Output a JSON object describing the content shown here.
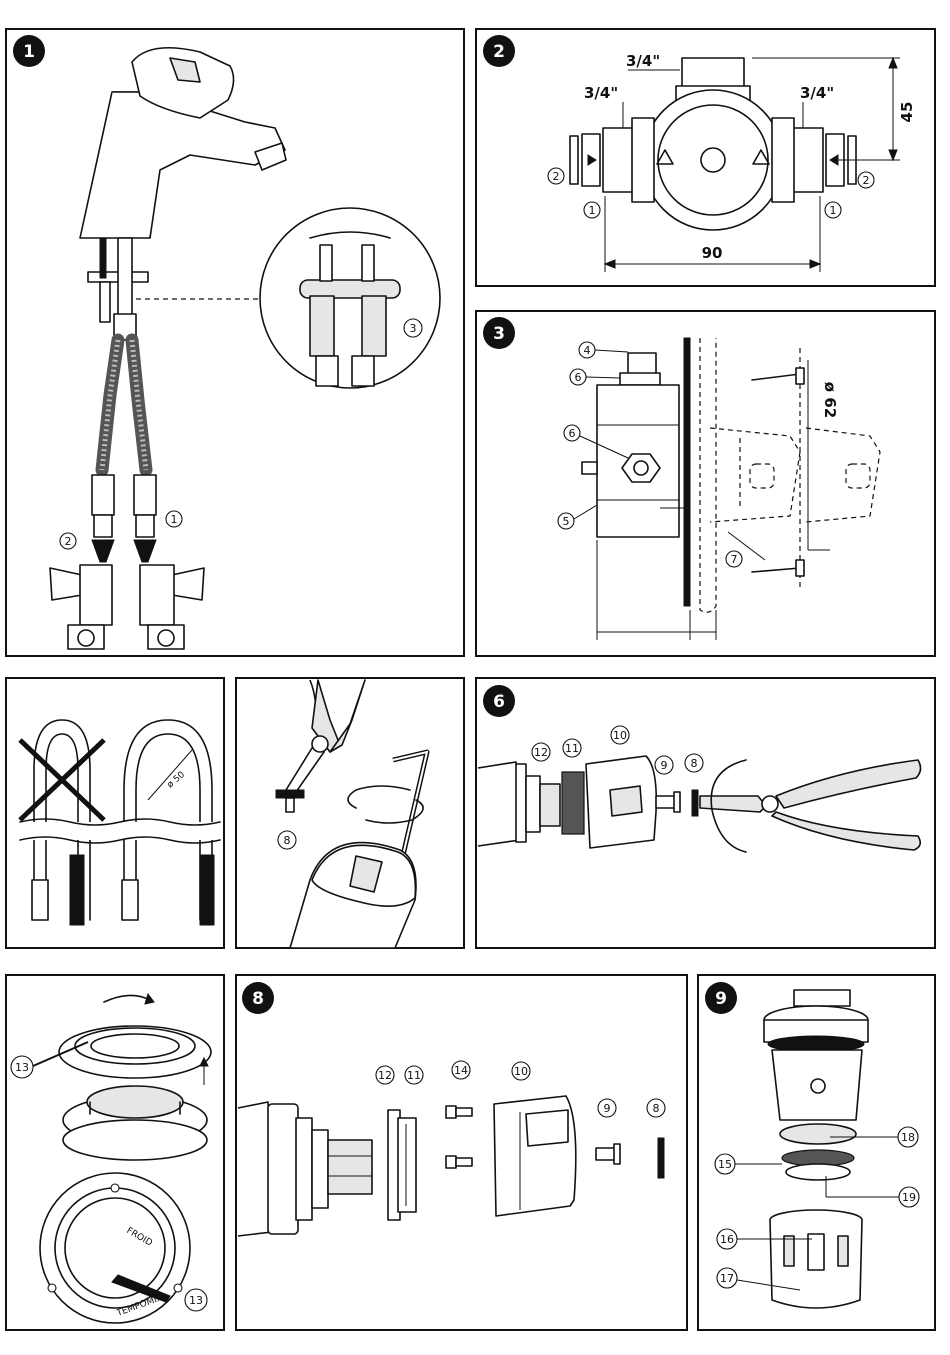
{
  "panels": [
    {
      "badge": "1",
      "callouts": [
        "1",
        "2",
        "3"
      ]
    },
    {
      "badge": "2",
      "dims": {
        "top_thread": "3/4\"",
        "left_thread": "3/4\"",
        "right_thread": "3/4\"",
        "height": "45",
        "width": "90"
      },
      "callouts": [
        "1",
        "2"
      ]
    },
    {
      "badge": "3",
      "dims": {
        "diameter": "ø 62"
      },
      "callouts": [
        "4",
        "5",
        "6",
        "7"
      ]
    },
    {
      "badge": "",
      "dims": {
        "bend": "ø 50"
      }
    },
    {
      "badge": "",
      "callouts": [
        "8"
      ]
    },
    {
      "badge": "6",
      "callouts": [
        "12",
        "11",
        "10",
        "9",
        "8"
      ]
    },
    {
      "badge": "",
      "callouts": [
        "13"
      ],
      "brand": {
        "text": "TEMPOMIX",
        "word_froid": "FROID"
      }
    },
    {
      "badge": "8",
      "callouts": [
        "12",
        "11",
        "14",
        "10",
        "9",
        "8"
      ]
    },
    {
      "badge": "9",
      "callouts": [
        "18",
        "15",
        "19",
        "16",
        "17"
      ]
    }
  ]
}
